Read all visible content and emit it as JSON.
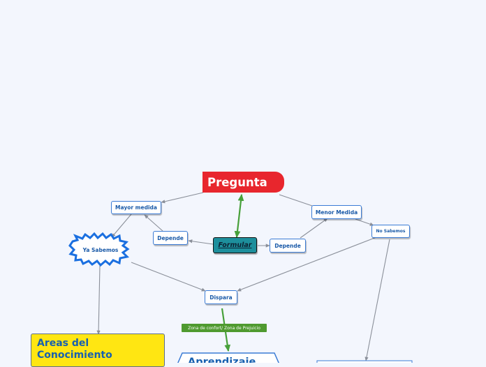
{
  "colors": {
    "background": "#f3f6fd",
    "connector": "#8a8f99",
    "accent_arrow": "#47a03a"
  },
  "nodes": {
    "pregunta": "Pregunta",
    "formular": "Formular",
    "mayor_medida": "Mayor medida",
    "depende_left": "Depende",
    "ya_sabemos": "Ya Sabemos",
    "menor_medida": "Menor Medida",
    "no_sabemos": "No Sabemos",
    "depende_right": "Depende",
    "dispara": "Dispara",
    "zona_label": "Zona de confort/ Zona de Prejuicio",
    "areas_line1": "Areas del",
    "areas_line2": "Conocimiento",
    "aprendizaje": "Aprendizaje"
  }
}
